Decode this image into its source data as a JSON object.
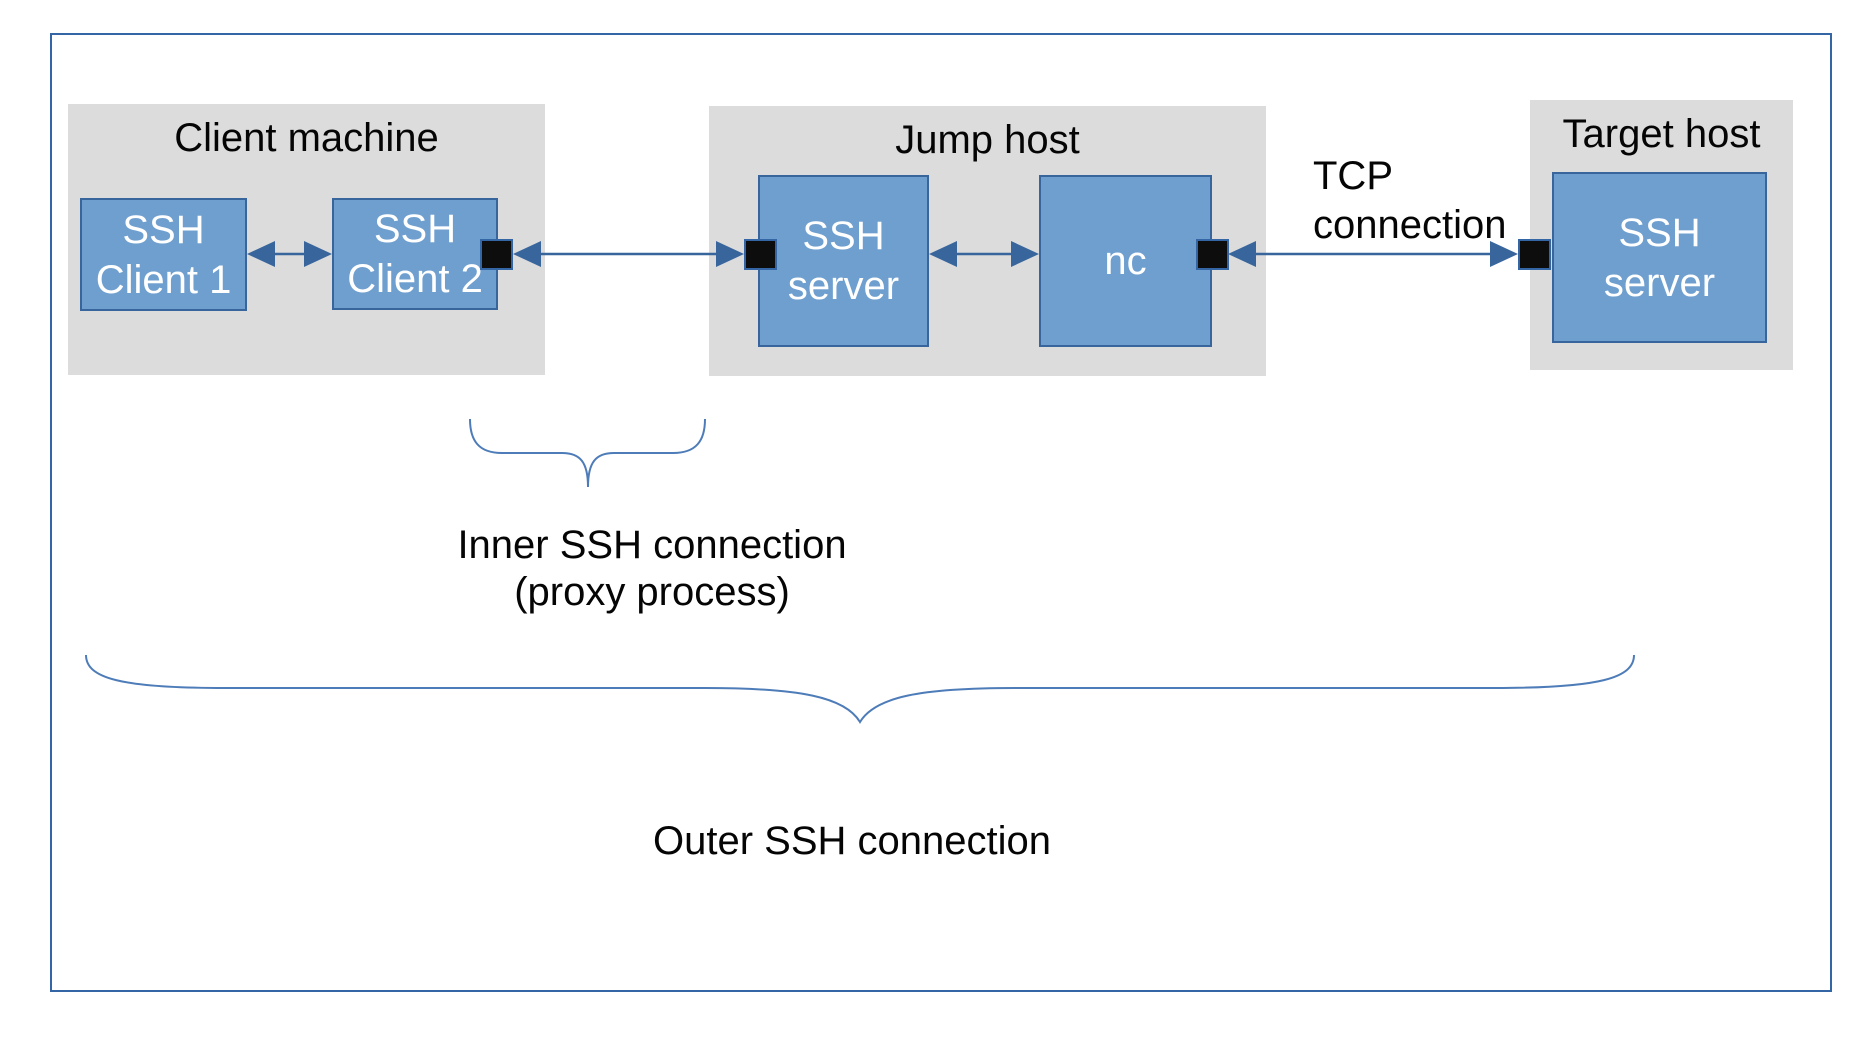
{
  "groups": {
    "client_machine": {
      "title": "Client machine"
    },
    "jump_host": {
      "title": "Jump host"
    },
    "target_host": {
      "title": "Target host"
    }
  },
  "nodes": {
    "ssh_client_1": {
      "label": "SSH\nClient 1"
    },
    "ssh_client_2": {
      "label": "SSH\nClient 2"
    },
    "jump_ssh_server": {
      "label": "SSH\nserver"
    },
    "nc": {
      "label": "nc"
    },
    "target_ssh_server": {
      "label": "SSH\nserver"
    }
  },
  "connections": {
    "tcp_label": "TCP\nconnection"
  },
  "annotations": {
    "inner_brace_label": "Inner SSH connection\n(proxy process)",
    "outer_brace_label": "Outer SSH connection"
  },
  "colors": {
    "frame_border": "#3465a4",
    "group_fill": "#dcdcdc",
    "node_fill": "#6f9fcf",
    "node_border": "#38669c",
    "node_text": "#ffffff",
    "port_fill": "#0d0d0d",
    "arrow": "#38669c",
    "brace": "#4d7cb8",
    "text": "#050505"
  }
}
